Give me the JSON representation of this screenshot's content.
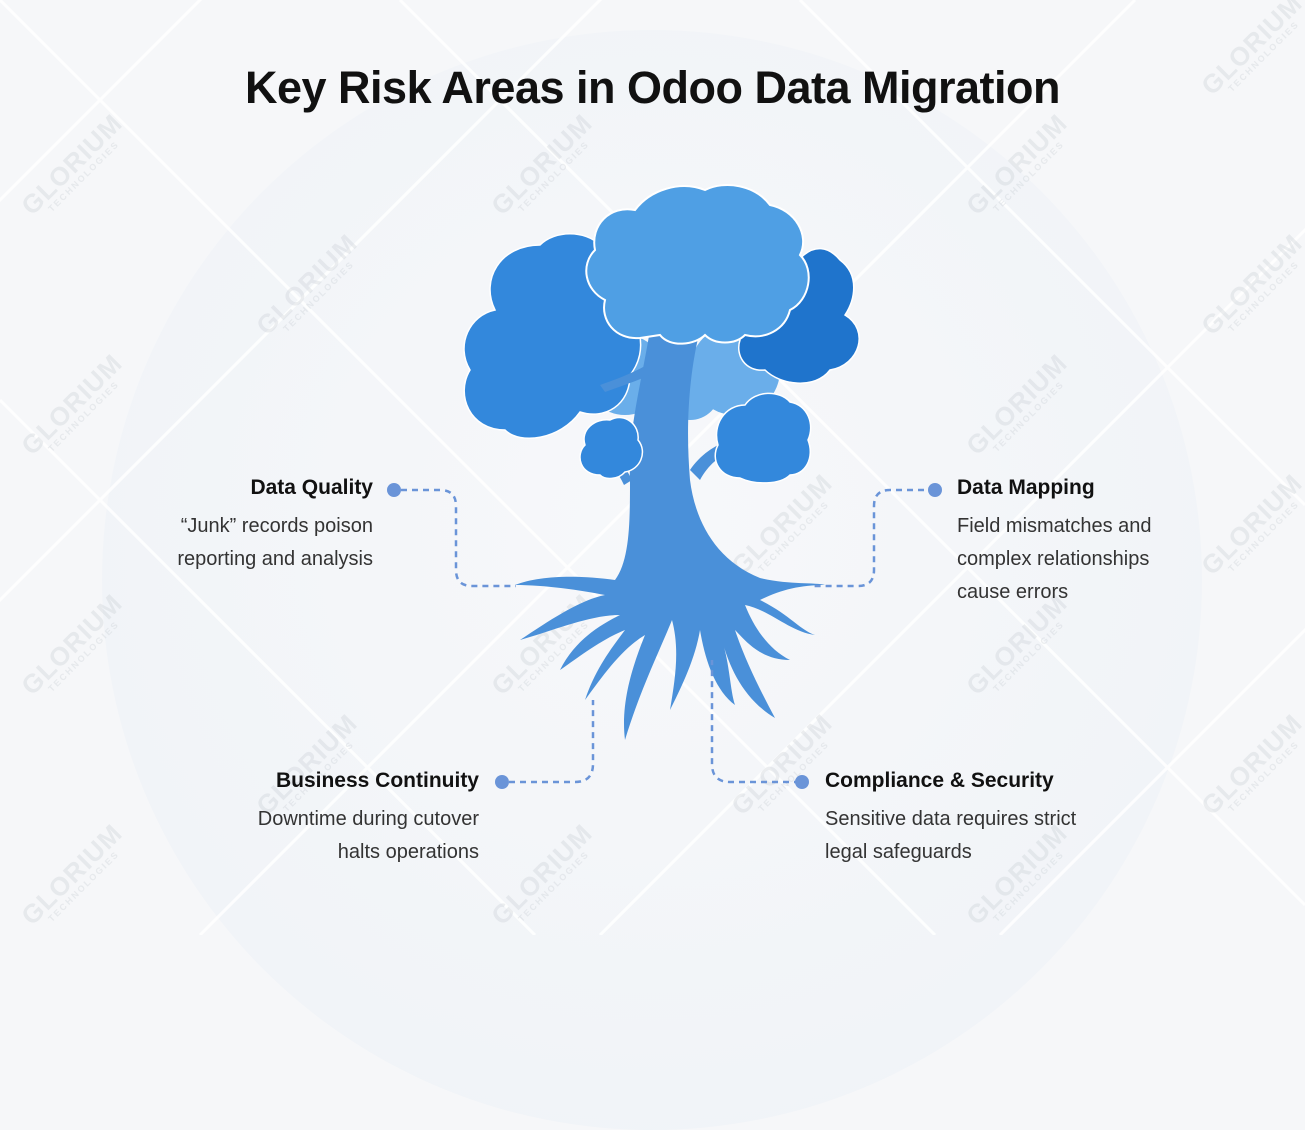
{
  "title": "Key Risk Areas in Odoo Data Migration",
  "watermark": {
    "brand": "GLORIUM",
    "sub": "TECHNOLOGIES"
  },
  "colors": {
    "canopy_dark": "#3388dc",
    "canopy_mid": "#4f9fe4",
    "canopy_light": "#6aaeea",
    "canopy_deep": "#1f74cc",
    "trunk": "#4a90d9",
    "connector": "#6a94d8",
    "title": "#111111",
    "text": "#333333"
  },
  "risks": [
    {
      "id": "data-quality",
      "title": "Data Quality",
      "description_lines": [
        "“Junk” records poison",
        "reporting and analysis"
      ]
    },
    {
      "id": "data-mapping",
      "title": "Data Mapping",
      "description_lines": [
        "Field mismatches and",
        "complex relationships",
        "cause errors"
      ]
    },
    {
      "id": "business-continuity",
      "title": "Business Continuity",
      "description_lines": [
        "Downtime during cutover",
        "halts operations"
      ]
    },
    {
      "id": "compliance-security",
      "title": "Compliance & Security",
      "description_lines": [
        "Sensitive data requires strict",
        "legal safeguards"
      ]
    }
  ]
}
